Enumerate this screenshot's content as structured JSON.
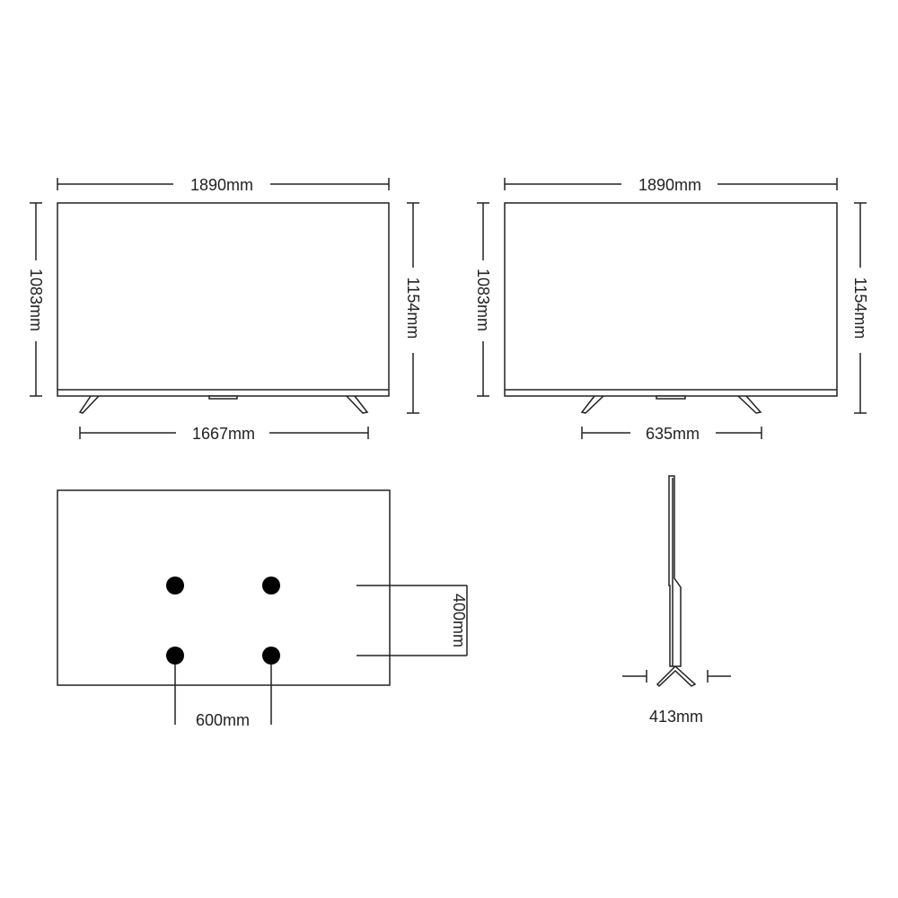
{
  "dimensions": {
    "front_a": {
      "width": "1890mm",
      "height_panel": "1083mm",
      "height_total": "1154mm",
      "stand_span": "1667mm"
    },
    "front_b": {
      "width": "1890mm",
      "height_panel": "1083mm",
      "height_total": "1154mm",
      "stand_span": "635mm"
    },
    "rear": {
      "vesa_horizontal": "600mm",
      "vesa_vertical": "400mm"
    },
    "side": {
      "stand_depth": "413mm"
    }
  },
  "colors": {
    "line": "#222222",
    "mount_hole": "#000000"
  }
}
